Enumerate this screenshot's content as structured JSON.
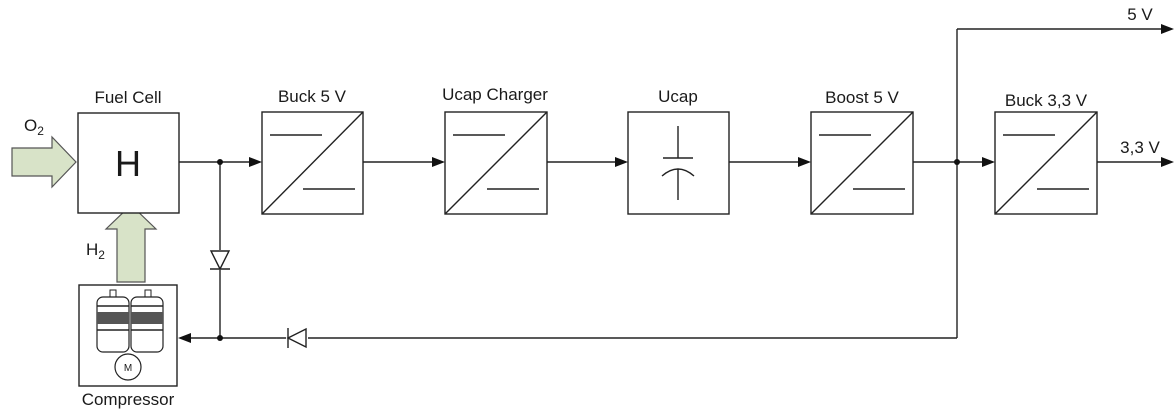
{
  "blocks": {
    "fuel_cell": {
      "label": "Fuel Cell",
      "symbol": "H"
    },
    "buck5": {
      "label": "Buck 5 V"
    },
    "ucap_charger": {
      "label": "Ucap Charger"
    },
    "ucap": {
      "label": "Ucap"
    },
    "boost5": {
      "label": "Boost 5 V"
    },
    "buck33": {
      "label": "Buck 3,3 V"
    },
    "compressor": {
      "label": "Compressor",
      "motor_symbol": "M"
    }
  },
  "inputs": {
    "o2": {
      "base": "O",
      "sub": "2"
    },
    "h2": {
      "base": "H",
      "sub": "2"
    }
  },
  "outputs": {
    "out_5v": "5 V",
    "out_33v": "3,3 V"
  }
}
